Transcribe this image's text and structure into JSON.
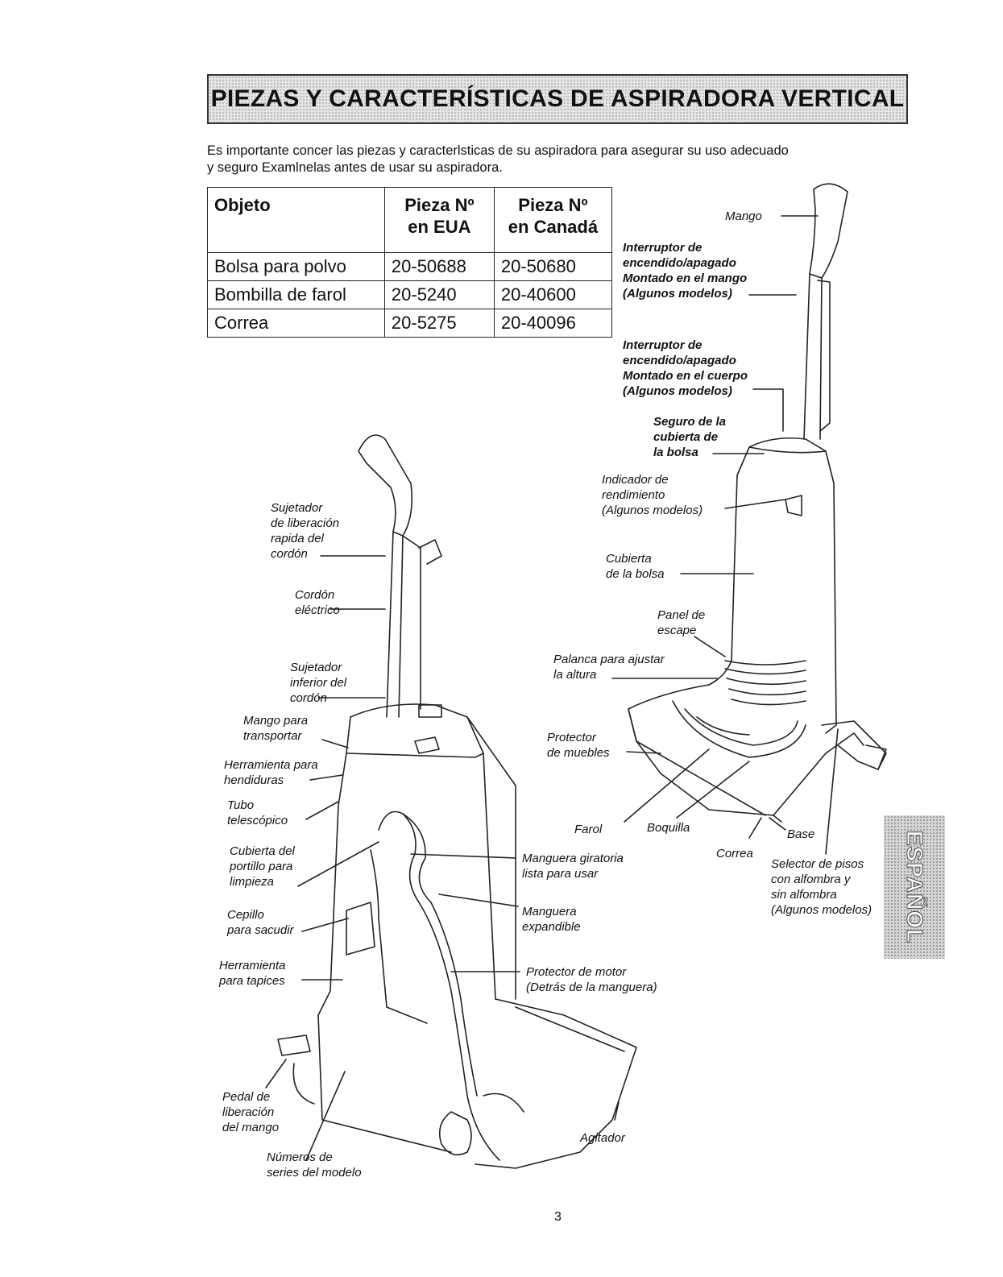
{
  "header": {
    "title": "PIEZAS Y CARACTERÍSTICAS DE ASPIRADORA VERTICAL"
  },
  "intro": {
    "line1": "Es importante concer las piezas y caracterlsticas de su aspiradora para asegurar su uso adecuado",
    "line2": "y seguro  Examlnelas antes de usar su aspiradora."
  },
  "table": {
    "headers": [
      "Objeto",
      "Pieza Nº en EUA",
      "Pieza Nº en Canadá"
    ],
    "header_lines": {
      "col1": "Objeto",
      "col2_l1": "Pieza Nº",
      "col2_l2": "en EUA",
      "col3_l1": "Pieza Nº",
      "col3_l2": "en Canadá"
    },
    "rows": [
      [
        "Bolsa para polvo",
        "20-50688",
        "20-50680"
      ],
      [
        "Bombilla de farol",
        "20-5240",
        "20-40600"
      ],
      [
        "Correa",
        "20-5275",
        "20-40096"
      ]
    ]
  },
  "labels": {
    "mango": "Mango",
    "interruptor_mango": "Interruptor de\nencendido/apagado\nMontado en el mango\n(Algunos modelos)",
    "interruptor_cuerpo": "Interruptor de\nencendido/apagado\nMontado en el cuerpo\n(Algunos modelos)",
    "seguro": "Seguro de la\ncubierta de\nla bolsa",
    "indicador": "Indicador de\nrendimiento\n(Algunos modelos)",
    "cubierta_bolsa": "Cubierta\nde la bolsa",
    "panel_escape": "Panel de\nescape",
    "palanca": "Palanca para ajustar\nla altura",
    "protector_muebles": "Protector\nde muebles",
    "farol": "Farol",
    "boquilla": "Boquilla",
    "correa": "Correa",
    "base": "Base",
    "selector": "Selector de pisos\ncon alfombra y\nsin alfombra\n(Algunos modelos)",
    "sujetador_rapida": "Sujetador\nde liberación\nrapida del\ncordón",
    "cordon": "Cordón\neléctrico",
    "sujetador_inferior": "Sujetador\ninferior del\ncordón",
    "mango_transportar": "Mango para\ntransportar",
    "herramienta_hendiduras": "Herramienta para\nhendiduras",
    "tubo": "Tubo\ntelescópico",
    "cubierta_portillo": "Cubierta del\nportillo para\nlimpieza",
    "cepillo": "Cepillo\npara sacudir",
    "herramienta_tapices": "Herramienta\npara tapices",
    "pedal": "Pedal de\nliberación\ndel mango",
    "numeros": "Números de\nseries del modelo",
    "manguera_giratoria": "Manguera giratoria\nlista para usar",
    "manguera_expandible": "Manguera\nexpandible",
    "protector_motor": "Protector de motor\n(Detrás de la manguera)",
    "agitador": "Agitador"
  },
  "side_tab": {
    "label": "ESPAÑOL"
  },
  "footer": {
    "page_number": "3"
  }
}
